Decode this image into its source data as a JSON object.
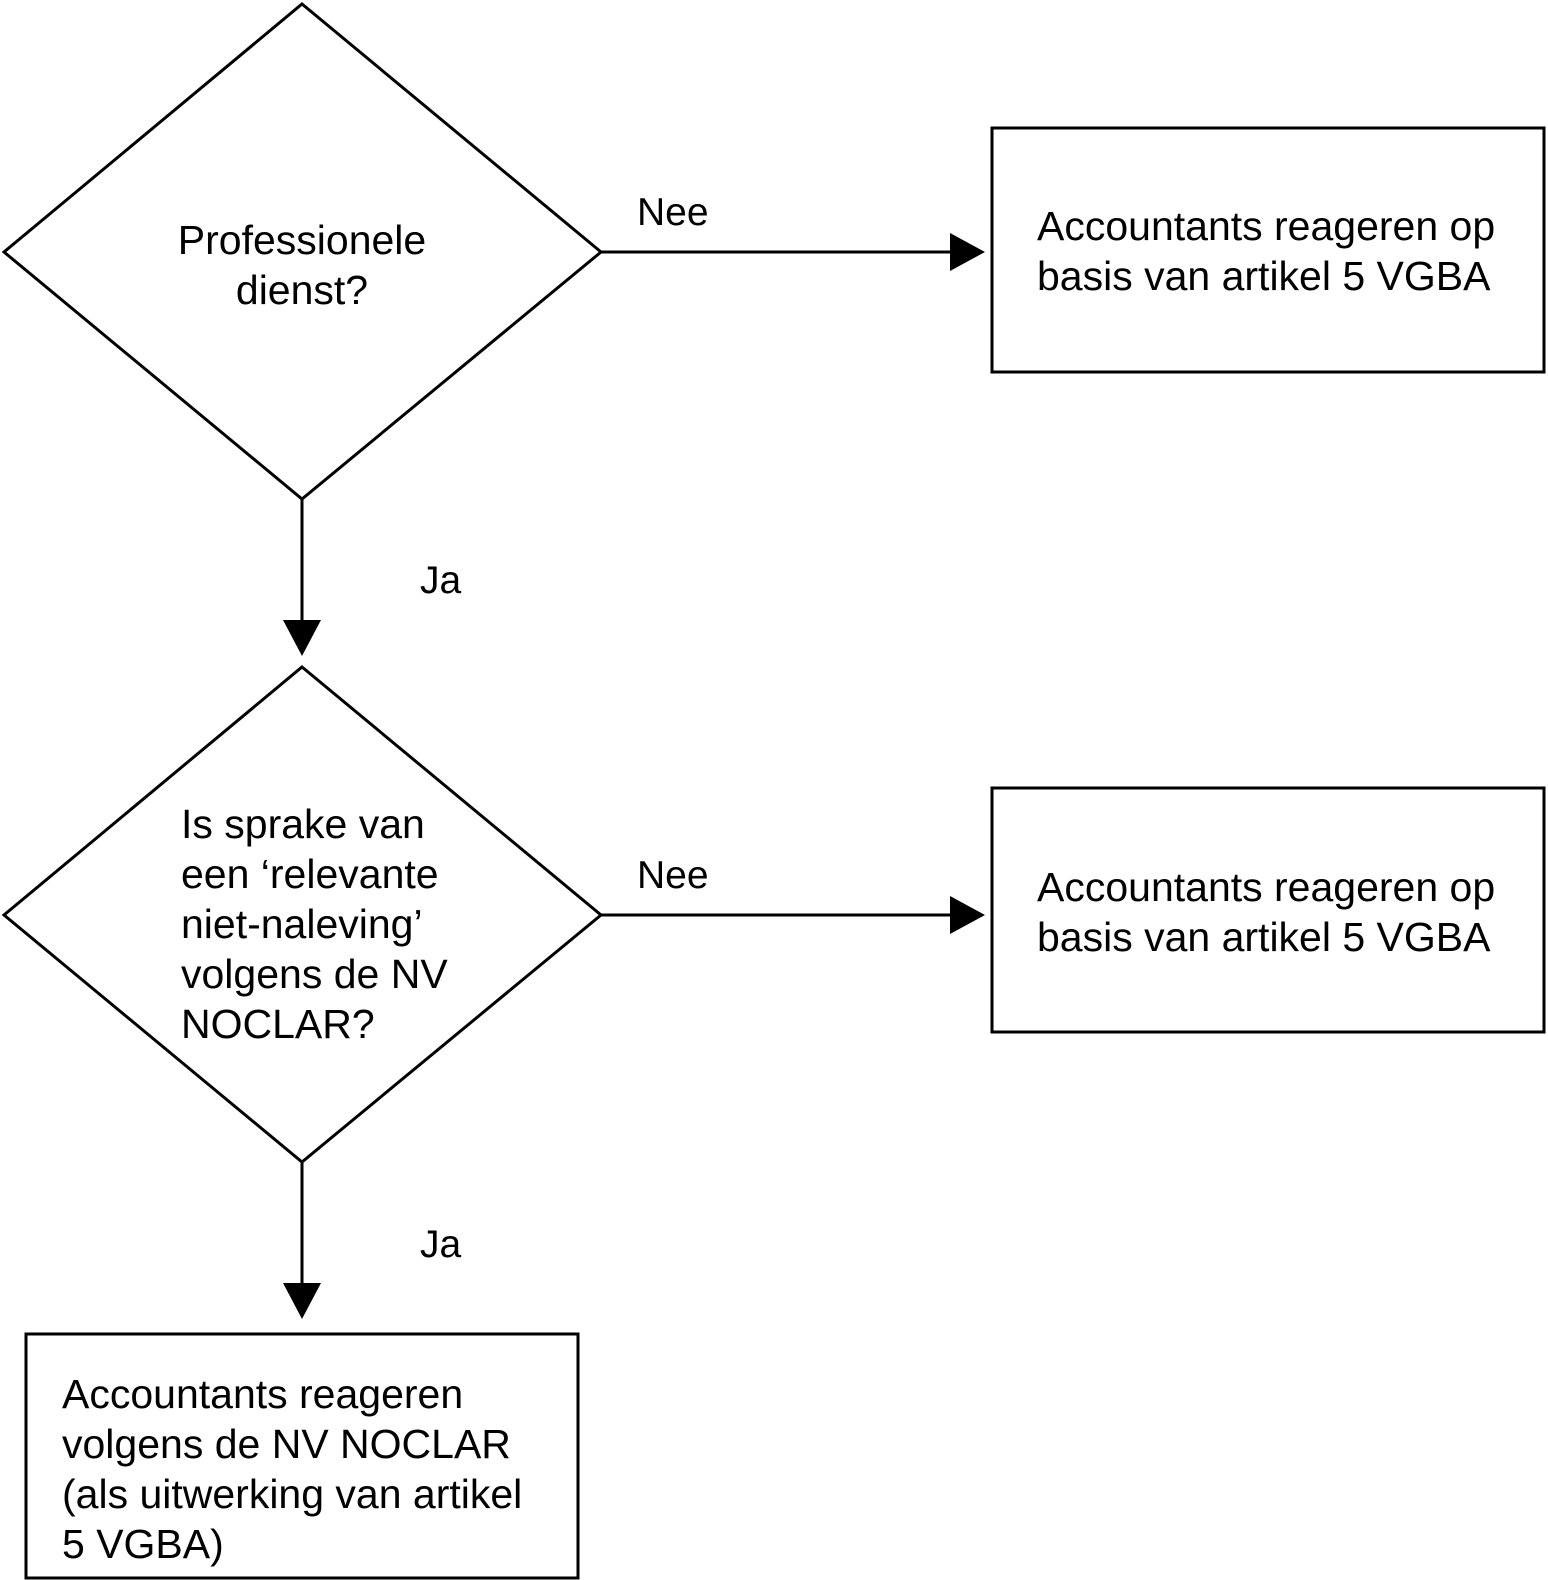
{
  "nodes": {
    "decision_professional_service": {
      "text": "Professionele\ndienst?"
    },
    "outcome_no_professional": {
      "text": "Accountants reageren op\nbasis van artikel 5 VGBA"
    },
    "decision_relevant_noncompliance": {
      "text": "Is sprake van\neen ‘relevante\nniet-naleving’\nvolgens de NV\nNOCLAR?"
    },
    "outcome_no_relevant": {
      "text": "Accountants reageren op\nbasis van artikel 5 VGBA"
    },
    "outcome_noclar": {
      "text": "Accountants reageren\nvolgens de NV NOCLAR\n(als uitwerking van artikel\n5 VGBA)"
    }
  },
  "edges": {
    "first_no_label": "Nee",
    "first_yes_label": "Ja",
    "second_no_label": "Nee",
    "second_yes_label": "Ja"
  }
}
